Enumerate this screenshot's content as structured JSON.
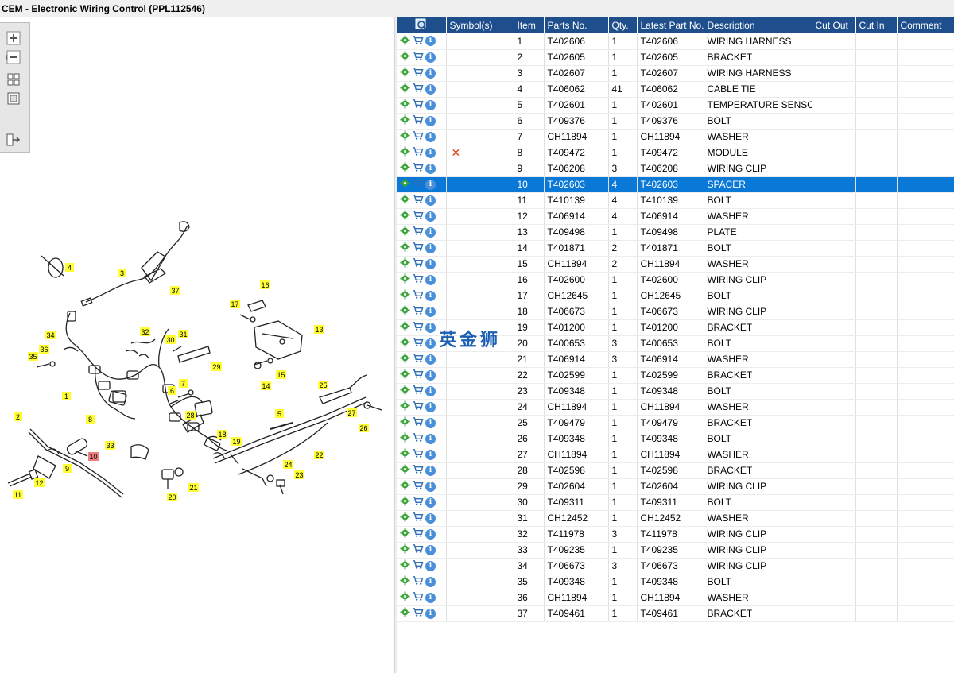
{
  "window": {
    "title": "CEM - Electronic Wiring Control (PPL112546)"
  },
  "toolbar": {
    "buttons": [
      "zoom-in",
      "zoom-out",
      "fit-all",
      "fit-window",
      "export"
    ]
  },
  "table": {
    "headers": [
      "",
      "Symbol(s)",
      "Item",
      "Parts No.",
      "Qty.",
      "Latest Part No.",
      "Description",
      "Cut Out",
      "Cut In",
      "Comment"
    ],
    "selected_item": "10",
    "rows": [
      {
        "item": "1",
        "part": "T402606",
        "qty": "1",
        "latest": "T402606",
        "desc": "WIRING HARNESS",
        "symbol": ""
      },
      {
        "item": "2",
        "part": "T402605",
        "qty": "1",
        "latest": "T402605",
        "desc": "BRACKET",
        "symbol": ""
      },
      {
        "item": "3",
        "part": "T402607",
        "qty": "1",
        "latest": "T402607",
        "desc": "WIRING HARNESS",
        "symbol": ""
      },
      {
        "item": "4",
        "part": "T406062",
        "qty": "41",
        "latest": "T406062",
        "desc": "CABLE TIE",
        "symbol": ""
      },
      {
        "item": "5",
        "part": "T402601",
        "qty": "1",
        "latest": "T402601",
        "desc": "TEMPERATURE SENSOR",
        "symbol": ""
      },
      {
        "item": "6",
        "part": "T409376",
        "qty": "1",
        "latest": "T409376",
        "desc": "BOLT",
        "symbol": ""
      },
      {
        "item": "7",
        "part": "CH11894",
        "qty": "1",
        "latest": "CH11894",
        "desc": "WASHER",
        "symbol": ""
      },
      {
        "item": "8",
        "part": "T409472",
        "qty": "1",
        "latest": "T409472",
        "desc": "MODULE",
        "symbol": "✕"
      },
      {
        "item": "9",
        "part": "T406208",
        "qty": "3",
        "latest": "T406208",
        "desc": "WIRING CLIP",
        "symbol": ""
      },
      {
        "item": "10",
        "part": "T402603",
        "qty": "4",
        "latest": "T402603",
        "desc": "SPACER",
        "symbol": ""
      },
      {
        "item": "11",
        "part": "T410139",
        "qty": "4",
        "latest": "T410139",
        "desc": "BOLT",
        "symbol": ""
      },
      {
        "item": "12",
        "part": "T406914",
        "qty": "4",
        "latest": "T406914",
        "desc": "WASHER",
        "symbol": ""
      },
      {
        "item": "13",
        "part": "T409498",
        "qty": "1",
        "latest": "T409498",
        "desc": "PLATE",
        "symbol": ""
      },
      {
        "item": "14",
        "part": "T401871",
        "qty": "2",
        "latest": "T401871",
        "desc": "BOLT",
        "symbol": ""
      },
      {
        "item": "15",
        "part": "CH11894",
        "qty": "2",
        "latest": "CH11894",
        "desc": "WASHER",
        "symbol": ""
      },
      {
        "item": "16",
        "part": "T402600",
        "qty": "1",
        "latest": "T402600",
        "desc": "WIRING CLIP",
        "symbol": ""
      },
      {
        "item": "17",
        "part": "CH12645",
        "qty": "1",
        "latest": "CH12645",
        "desc": "BOLT",
        "symbol": ""
      },
      {
        "item": "18",
        "part": "T406673",
        "qty": "1",
        "latest": "T406673",
        "desc": "WIRING CLIP",
        "symbol": ""
      },
      {
        "item": "19",
        "part": "T401200",
        "qty": "1",
        "latest": "T401200",
        "desc": "BRACKET",
        "symbol": ""
      },
      {
        "item": "20",
        "part": "T400653",
        "qty": "3",
        "latest": "T400653",
        "desc": "BOLT",
        "symbol": ""
      },
      {
        "item": "21",
        "part": "T406914",
        "qty": "3",
        "latest": "T406914",
        "desc": "WASHER",
        "symbol": ""
      },
      {
        "item": "22",
        "part": "T402599",
        "qty": "1",
        "latest": "T402599",
        "desc": "BRACKET",
        "symbol": ""
      },
      {
        "item": "23",
        "part": "T409348",
        "qty": "1",
        "latest": "T409348",
        "desc": "BOLT",
        "symbol": ""
      },
      {
        "item": "24",
        "part": "CH11894",
        "qty": "1",
        "latest": "CH11894",
        "desc": "WASHER",
        "symbol": ""
      },
      {
        "item": "25",
        "part": "T409479",
        "qty": "1",
        "latest": "T409479",
        "desc": "BRACKET",
        "symbol": ""
      },
      {
        "item": "26",
        "part": "T409348",
        "qty": "1",
        "latest": "T409348",
        "desc": "BOLT",
        "symbol": ""
      },
      {
        "item": "27",
        "part": "CH11894",
        "qty": "1",
        "latest": "CH11894",
        "desc": "WASHER",
        "symbol": ""
      },
      {
        "item": "28",
        "part": "T402598",
        "qty": "1",
        "latest": "T402598",
        "desc": "BRACKET",
        "symbol": ""
      },
      {
        "item": "29",
        "part": "T402604",
        "qty": "1",
        "latest": "T402604",
        "desc": "WIRING CLIP",
        "symbol": ""
      },
      {
        "item": "30",
        "part": "T409311",
        "qty": "1",
        "latest": "T409311",
        "desc": "BOLT",
        "symbol": ""
      },
      {
        "item": "31",
        "part": "CH12452",
        "qty": "1",
        "latest": "CH12452",
        "desc": "WASHER",
        "symbol": ""
      },
      {
        "item": "32",
        "part": "T411978",
        "qty": "3",
        "latest": "T411978",
        "desc": "WIRING CLIP",
        "symbol": ""
      },
      {
        "item": "33",
        "part": "T409235",
        "qty": "1",
        "latest": "T409235",
        "desc": "WIRING CLIP",
        "symbol": ""
      },
      {
        "item": "34",
        "part": "T406673",
        "qty": "3",
        "latest": "T406673",
        "desc": "WIRING CLIP",
        "symbol": ""
      },
      {
        "item": "35",
        "part": "T409348",
        "qty": "1",
        "latest": "T409348",
        "desc": "BOLT",
        "symbol": ""
      },
      {
        "item": "36",
        "part": "CH11894",
        "qty": "1",
        "latest": "CH11894",
        "desc": "WASHER",
        "symbol": ""
      },
      {
        "item": "37",
        "part": "T409461",
        "qty": "1",
        "latest": "T409461",
        "desc": "BRACKET",
        "symbol": ""
      }
    ]
  },
  "diagram": {
    "callouts": [
      "1",
      "2",
      "3",
      "4",
      "5",
      "6",
      "7",
      "8",
      "9",
      "10",
      "11",
      "12",
      "13",
      "14",
      "15",
      "16",
      "17",
      "18",
      "19",
      "20",
      "21",
      "22",
      "23",
      "24",
      "25",
      "26",
      "27",
      "28",
      "29",
      "30",
      "31",
      "32",
      "33",
      "34",
      "35",
      "36",
      "37"
    ],
    "highlighted": "10"
  },
  "watermark": "英金狮",
  "colors": {
    "header": "#1e4e8c",
    "selected": "#0a78d7",
    "callout": "#ffff33",
    "callout_highlight": "#f08080"
  }
}
